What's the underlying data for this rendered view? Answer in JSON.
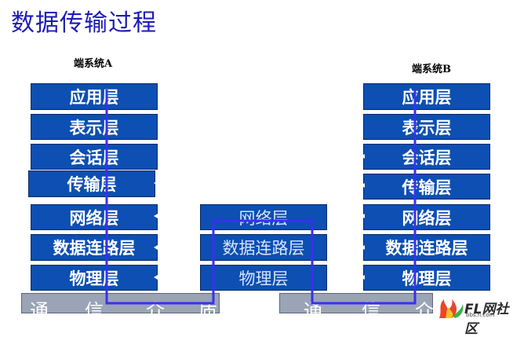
{
  "title": "数据传输过程",
  "system_a": {
    "label": "端系统A",
    "layers": [
      "应用层",
      "表示层",
      "会话层",
      "传输层",
      "网络层",
      "数据连路层",
      "物理层"
    ]
  },
  "system_b": {
    "label": "端系统B",
    "layers": [
      "应用层",
      "表示层",
      "会话层",
      "传输层",
      "网络层",
      "数据连路层",
      "物理层"
    ]
  },
  "relay": {
    "layers": [
      "网络层",
      "数据连路层",
      "物理层"
    ]
  },
  "medium_left": {
    "chars": [
      "通",
      "信",
      "介",
      "质"
    ]
  },
  "medium_right": {
    "chars": [
      "通",
      "信",
      "介"
    ]
  },
  "watermark": {
    "text": "FL网社区",
    "sub": "bbs.fl.com"
  },
  "colors": {
    "title": "#1d1ab8",
    "layer": "#0d4fb2",
    "path": "#3a2ff0",
    "medium": "#9aa4b6"
  }
}
